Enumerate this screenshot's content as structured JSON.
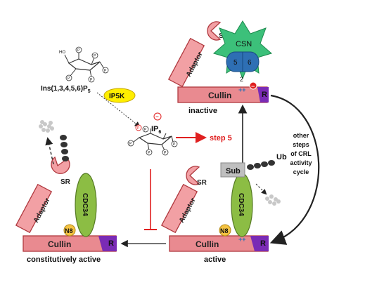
{
  "labels": {
    "sr": "SR",
    "adaptor": "Adaptor",
    "cullin": "Cullin",
    "r": "R",
    "n8": "N8",
    "cdc34": "CDC34",
    "csn": "CSN",
    "csn5": "5",
    "csn6": "6",
    "csn2": "2",
    "plus": "++",
    "minus": "−",
    "sub": "Sub",
    "ub": "Ub",
    "ip5k": "IP5K",
    "ip6_prefix": "IP",
    "ip6_sub": "6",
    "ins_main": "Ins(1,3,4,5,6)P",
    "ins_sub": "5",
    "ho": "HO",
    "p": "P",
    "step5": "step 5",
    "other_steps": [
      "other",
      "steps",
      "of CRL",
      "activity",
      "cycle"
    ]
  },
  "states": {
    "inactive": "inactive",
    "active": "active",
    "constitutively_active": "constitutively active"
  },
  "colors": {
    "pink_fill": "#f2a0a4",
    "pink_stroke": "#b0393f",
    "cullin_fill": "#e98a90",
    "green_fill": "#8cbd44",
    "green_stroke": "#557a23",
    "csn_green": "#3cc07a",
    "csn_blue": "#2e6fb4",
    "purple": "#7a2bb5",
    "n8_yellow": "#f5c342",
    "ip5k_yellow": "#ffee00",
    "red": "#e02020",
    "grey_sub": "#bfbfbf",
    "chain": "#333333"
  }
}
